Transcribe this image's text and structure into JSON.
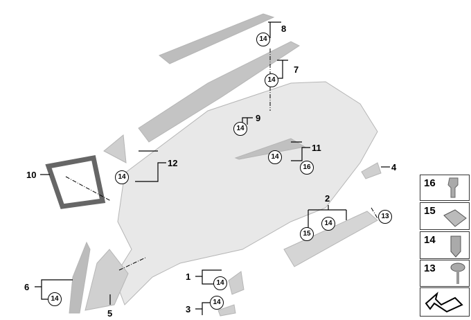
{
  "callouts": {
    "p1": "1",
    "p2": "2",
    "p3": "3",
    "p4": "4",
    "p5": "5",
    "p6": "6",
    "p7": "7",
    "p8": "8",
    "p9": "9",
    "p10": "10",
    "p11": "11",
    "p12": "12"
  },
  "circles": {
    "c8": "14",
    "c7": "14",
    "c9": "14",
    "c11": "14",
    "c11b": "16",
    "c12": "14",
    "c2a": "15",
    "c2b": "14",
    "c2c": "13",
    "c1": "14",
    "c3": "14",
    "c6": "14"
  },
  "legend": {
    "items": [
      {
        "label": "16"
      },
      {
        "label": "15"
      },
      {
        "label": "14"
      },
      {
        "label": "13"
      }
    ]
  }
}
